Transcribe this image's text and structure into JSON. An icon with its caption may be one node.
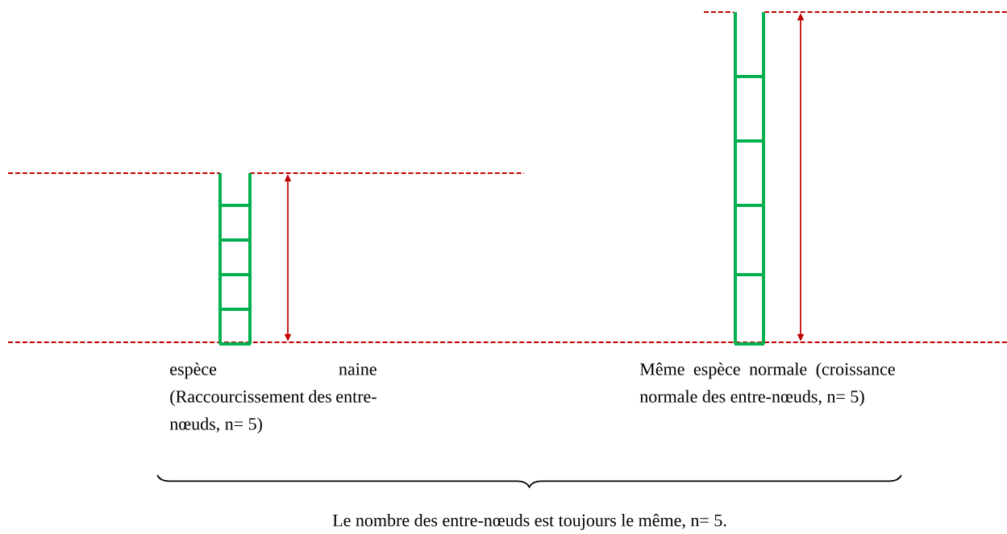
{
  "diagram": {
    "labels": [
      "espèce naine (Raccourcissement des entre-nœuds, n= 5)",
      "Même espèce normale (croissance normale des entre-nœuds, n= 5)",
      "Le nombre des entre-nœuds est toujours le même, n= 5."
    ]
  }
}
